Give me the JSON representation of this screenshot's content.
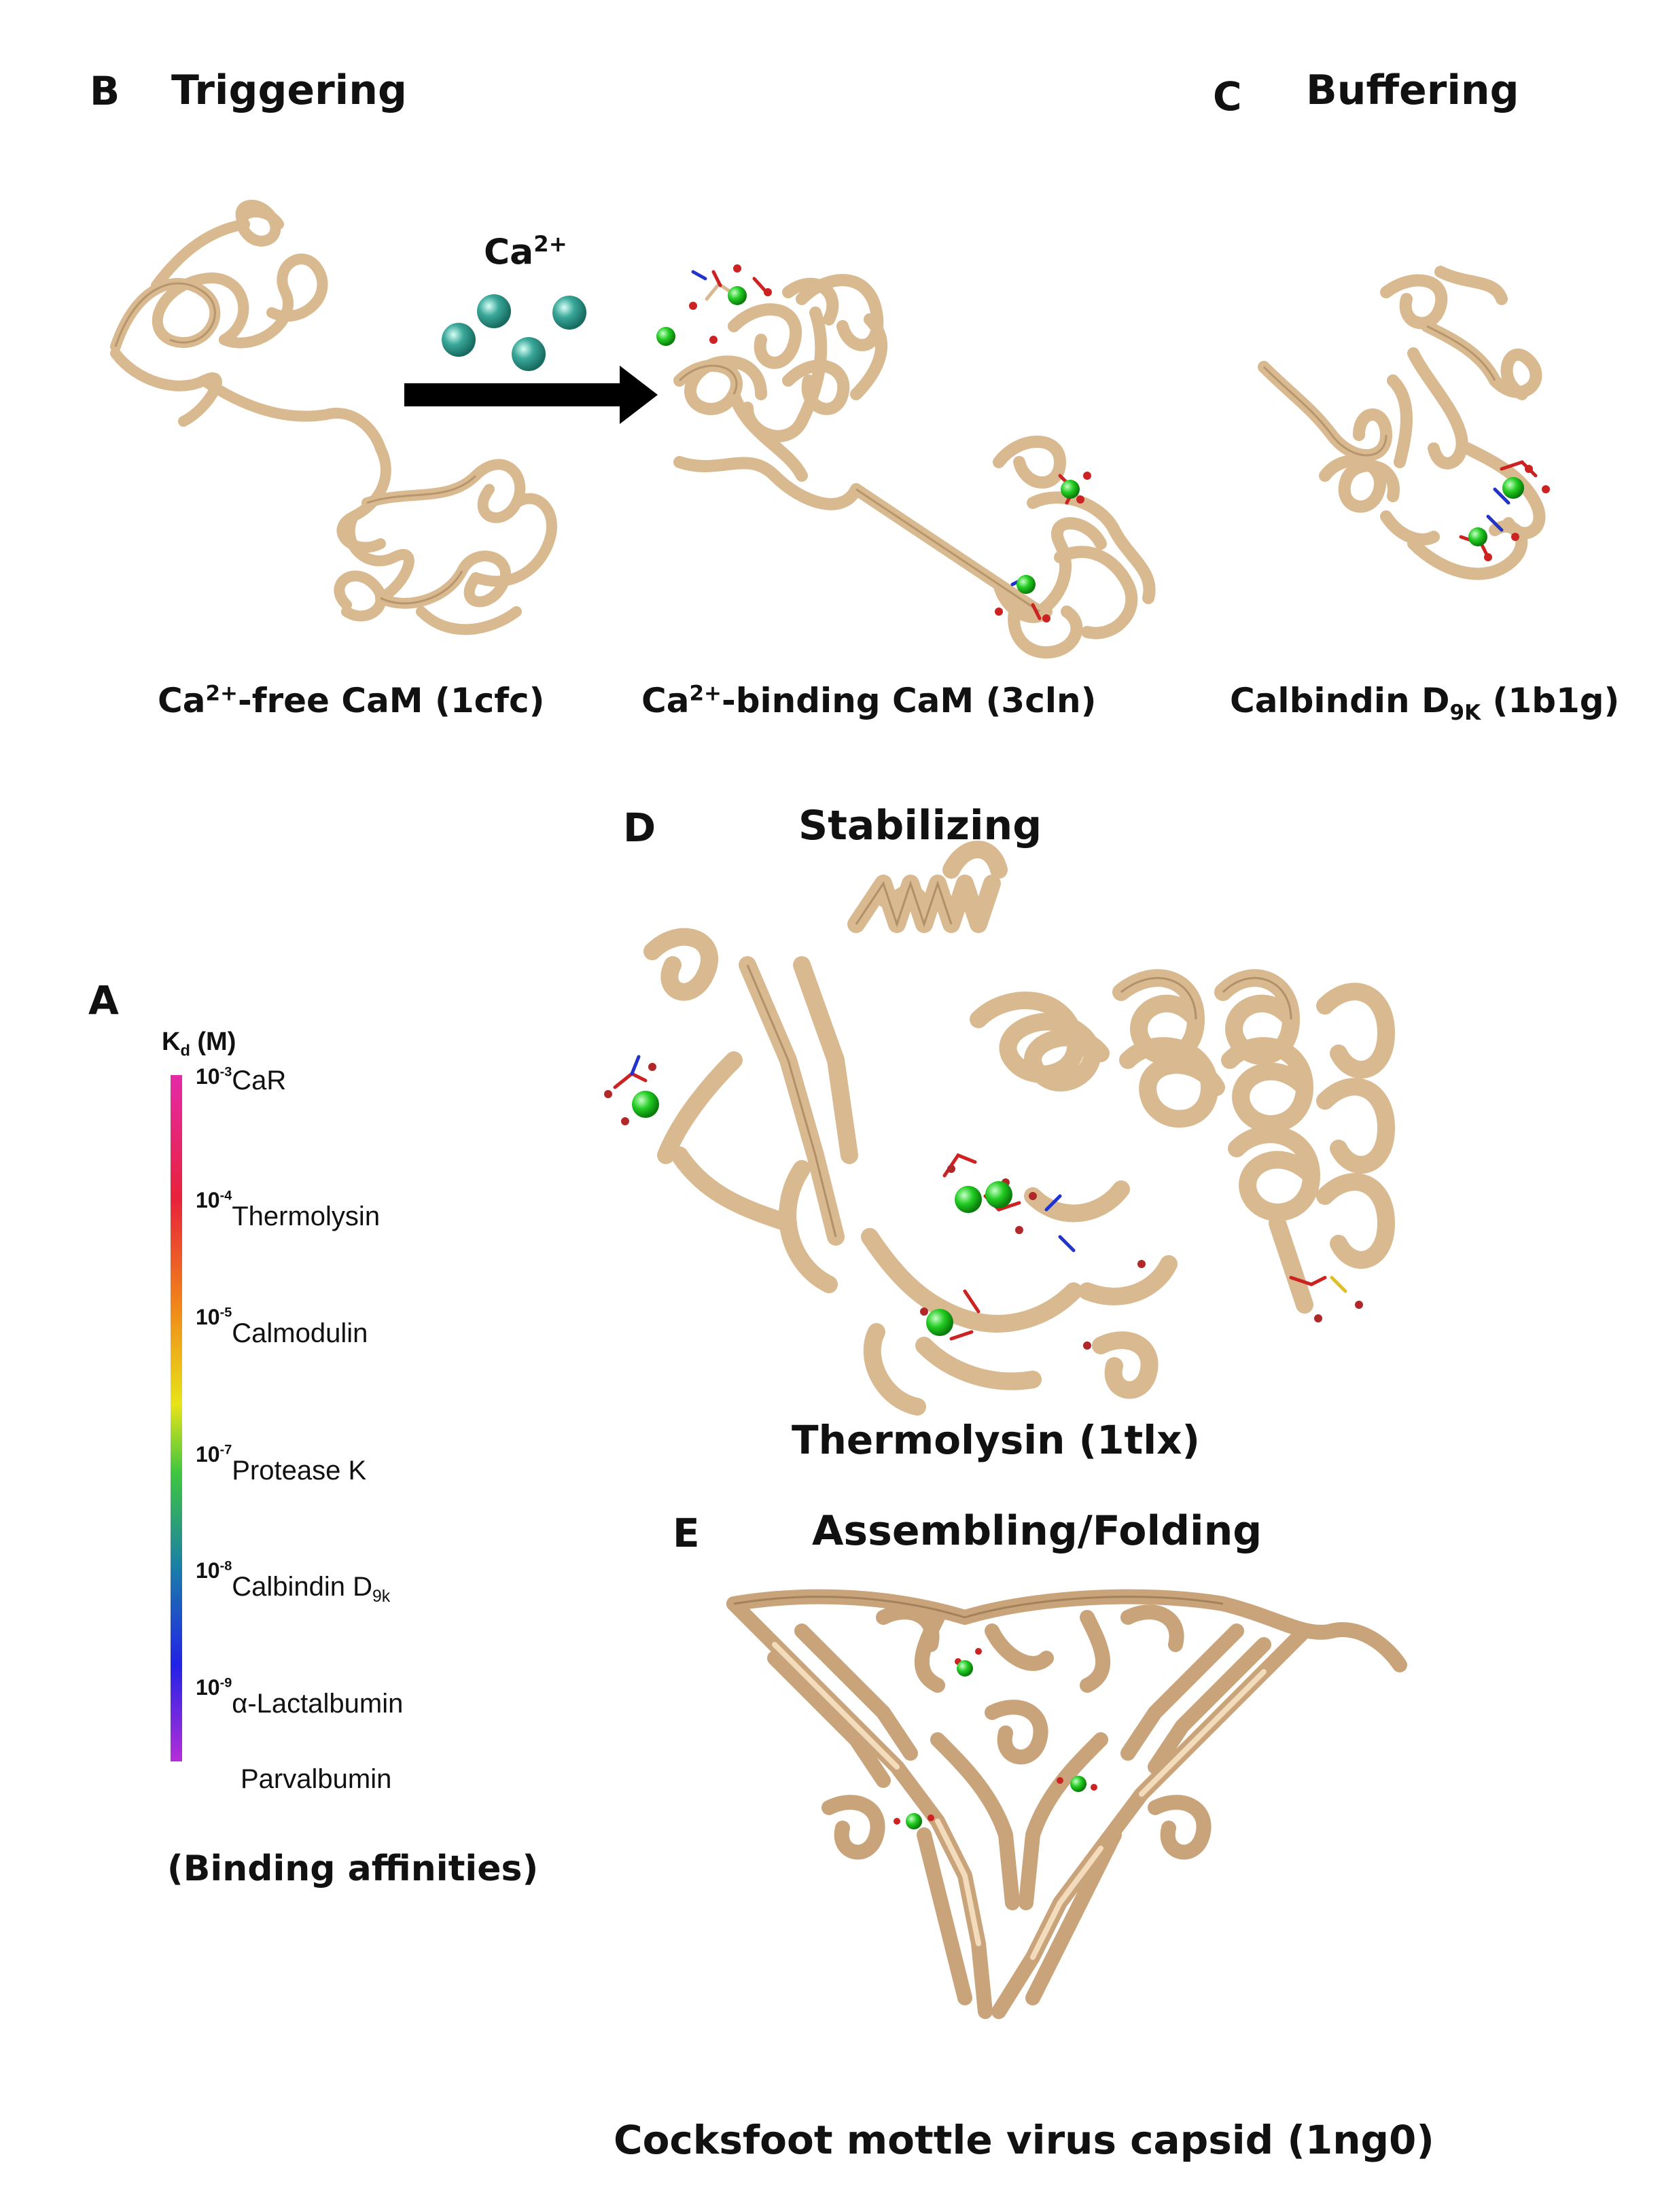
{
  "colors": {
    "ribbon": "#d9b98f",
    "ribbon_dark": "#a8865e",
    "calcium": "#22cc22",
    "ca_ion": "#3aa89a",
    "oxygen": "#cc2222",
    "nitrogen": "#2233cc",
    "arrow": "#000000"
  },
  "panels": {
    "B": {
      "letter": "B",
      "title": "Triggering",
      "ion_label": "Ca",
      "ion_charge": "2+",
      "left_caption": {
        "pre": "Ca",
        "sup": "2+",
        "post": "-free CaM (1cfc)"
      },
      "right_caption": {
        "pre": "Ca",
        "sup": "2+",
        "post": "-binding CaM (3cln)"
      }
    },
    "C": {
      "letter": "C",
      "title": "Buffering",
      "caption": {
        "pre": "Calbindin D",
        "sub": "9K",
        "post": " (1b1g)"
      }
    },
    "D": {
      "letter": "D",
      "title": "Stabilizing",
      "caption": "Thermolysin (1tlx)"
    },
    "E": {
      "letter": "E",
      "title": "Assembling/Folding",
      "caption": "Cocksfoot mottle virus capsid (1ng0)"
    },
    "A": {
      "letter": "A",
      "axis_title": {
        "pre": "K",
        "sub": "d",
        "post": " (M)"
      },
      "footer": "(Binding affinities)",
      "entries": [
        {
          "exp_base": "10",
          "exp": "-3",
          "label": "CaR",
          "label_sub": "",
          "level": 0.0
        },
        {
          "exp_base": "10",
          "exp": "-4",
          "label": "Thermolysin",
          "label_sub": "",
          "level": 0.18
        },
        {
          "exp_base": "10",
          "exp": "-5",
          "label": "Calmodulin",
          "label_sub": "",
          "level": 0.35
        },
        {
          "exp_base": "10",
          "exp": "-7",
          "label": "Protease K",
          "label_sub": "",
          "level": 0.55
        },
        {
          "exp_base": "10",
          "exp": "-8",
          "label": "Calbindin  D",
          "label_sub": "9k",
          "level": 0.72
        },
        {
          "exp_base": "10",
          "exp": "-9",
          "label": "α-Lactalbumin",
          "label_sub": "",
          "level": 0.89
        },
        {
          "exp_base": "",
          "exp": "",
          "label": "Parvalbumin",
          "label_sub": "",
          "level": 1.0
        }
      ]
    }
  }
}
